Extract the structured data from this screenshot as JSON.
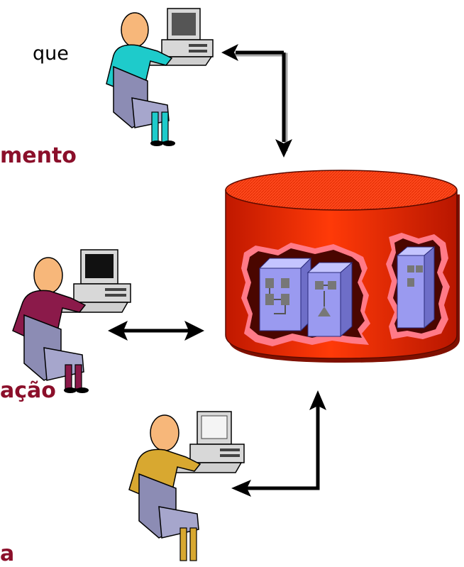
{
  "colors": {
    "heading_text": "#8b0f2a",
    "body_text": "#000000",
    "database_fill": "#e82a00",
    "database_top": "#ff3e10",
    "server_fill": "#9999ee",
    "user_top_shirt": "#1ecbcb",
    "user_middle_shirt": "#8b1a4a",
    "user_bottom_shirt": "#d8a830",
    "chair": "#8c8cb4",
    "skin": "#f7b77a",
    "arrow": "#000000"
  },
  "text_fragments": {
    "top_left": "que",
    "heading_1": "mento",
    "heading_2": "ação",
    "heading_3": "a"
  },
  "icons": {
    "database": "database-cylinder-icon",
    "servers": "server-towers-icon",
    "user": "user-at-computer-icon",
    "arrow": "elbow-arrow-icon"
  }
}
